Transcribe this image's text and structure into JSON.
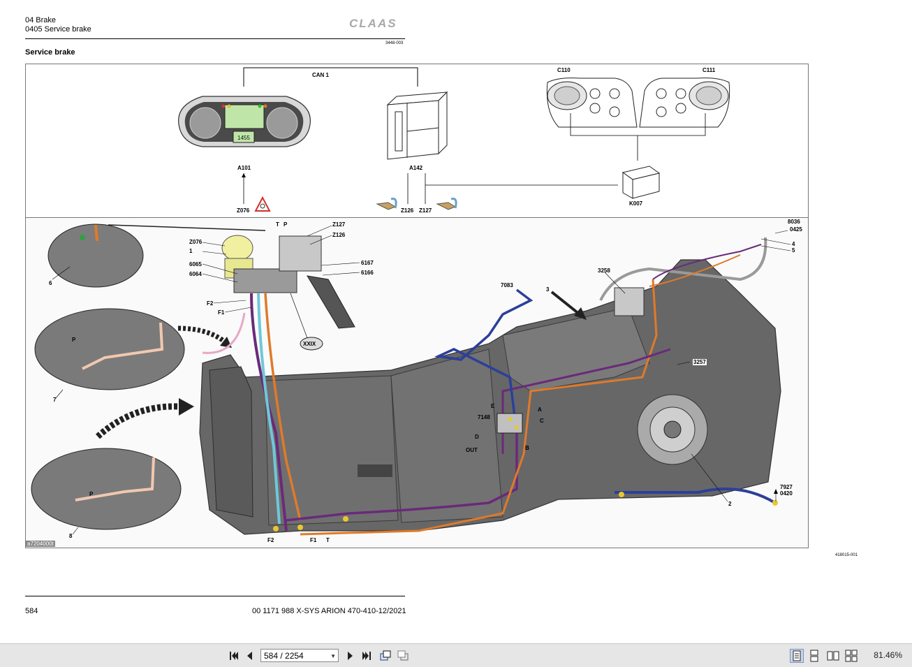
{
  "header": {
    "chapter": "04 Brake",
    "section": "0405 Service brake",
    "logo": "CLAAS",
    "doc_ref": "3448-003",
    "title": "Service brake"
  },
  "top_diagram": {
    "can_label": "CAN 1",
    "instrument_code": "1455",
    "labels": {
      "a101": "A101",
      "z076": "Z076",
      "a142": "A142",
      "z126": "Z126",
      "z127": "Z127",
      "c110": "C110",
      "c111": "C111",
      "k007": "K007"
    }
  },
  "bottom_diagram": {
    "image_id": "a7204000t",
    "labels": {
      "t": "T",
      "p": "P",
      "z127": "Z127",
      "z126": "Z126",
      "z076": "Z076",
      "one": "1",
      "l6065": "6065",
      "l6064": "6064",
      "l6167": "6167",
      "l6166": "6166",
      "f2": "F2",
      "f1": "F1",
      "xxix": "XXIX",
      "six": "6",
      "seven": "7",
      "eight": "8",
      "p7": "P",
      "p8": "P",
      "l8036": "8036",
      "l0425": "0425",
      "four": "4",
      "five": "5",
      "l3258": "3258",
      "l7083": "7083",
      "three": "3",
      "l3257": "3257",
      "e": "E",
      "a": "A",
      "l7148": "7148",
      "c": "C",
      "d": "D",
      "out": "OUT",
      "b": "B",
      "l7927": "7927",
      "l0420": "0420",
      "two": "2",
      "f2b": "F2",
      "f1b": "F1",
      "tb": "T"
    }
  },
  "figure_ref": "418015-001",
  "footer": {
    "page_number": "584",
    "doc_info": "00 1171 988 X-SYS ARION 470-410-12/2021"
  },
  "toolbar": {
    "page_field": "584 / 2254",
    "zoom": "81.46%",
    "first_icon": "first-page-icon",
    "prev_icon": "previous-page-icon",
    "next_icon": "next-page-icon",
    "last_icon": "last-page-icon"
  },
  "colors": {
    "housing": "#6b6b6b",
    "line_blue": "#2c3f9a",
    "line_orange": "#e07a2a",
    "line_purple": "#6a2a7a",
    "line_cyan": "#6fc8d8",
    "line_pink": "#e8a8c8",
    "line_grey": "#9a9a9a",
    "fitting_yellow": "#e8c830"
  }
}
